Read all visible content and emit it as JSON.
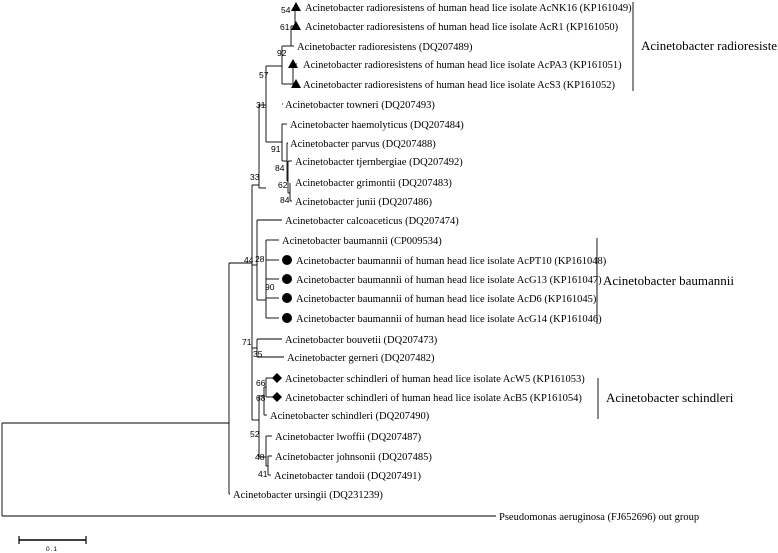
{
  "leaves": [
    {
      "id": "acnk16",
      "label": "Acinetobacter radioresistens of human head lice isolate AcNK16 (KP161049)",
      "marker": "triangle"
    },
    {
      "id": "acr1",
      "label": "Acinetobacter radioresistens of human head lice isolate AcR1 (KP161050)",
      "marker": "triangle"
    },
    {
      "id": "radiodq",
      "label": "Acinetobacter radioresistens (DQ207489)",
      "marker": ""
    },
    {
      "id": "acpa3",
      "label": "Acinetobacter radioresistens of human head lice isolate AcPA3 (KP161051)",
      "marker": "triangle"
    },
    {
      "id": "acs3",
      "label": "Acinetobacter radioresistens of human head lice isolate AcS3 (KP161052)",
      "marker": "triangle"
    },
    {
      "id": "towneri",
      "label": "Acinetobacter towneri (DQ207493)",
      "marker": ""
    },
    {
      "id": "haemolyticus",
      "label": "Acinetobacter haemolyticus (DQ207484)",
      "marker": ""
    },
    {
      "id": "parvus",
      "label": "Acinetobacter parvus (DQ207488)",
      "marker": ""
    },
    {
      "id": "tjernbergiae",
      "label": "Acinetobacter tjernbergiae (DQ207492)",
      "marker": ""
    },
    {
      "id": "grimontii",
      "label": "Acinetobacter grimontii (DQ207483)",
      "marker": ""
    },
    {
      "id": "junii",
      "label": "Acinetobacter junii (DQ207486)",
      "marker": ""
    },
    {
      "id": "calco",
      "label": "Acinetobacter calcoaceticus (DQ207474)",
      "marker": ""
    },
    {
      "id": "baumcp",
      "label": "Acinetobacter baumannii (CP009534)",
      "marker": ""
    },
    {
      "id": "acpt10",
      "label": "Acinetobacter baumannii of human head lice isolate AcPT10 (KP161048)",
      "marker": "circle"
    },
    {
      "id": "acg13",
      "label": "Acinetobacter baumannii  of human head lice isolate AcG13 (KP161047)",
      "marker": "circle"
    },
    {
      "id": "acd6",
      "label": "Acinetobacter baumannii of human head lice isolate AcD6 (KP161045)",
      "marker": "circle"
    },
    {
      "id": "acg14",
      "label": "Acinetobacter baumannii of human head lice isolate AcG14 (KP161046)",
      "marker": "circle"
    },
    {
      "id": "bouvetii",
      "label": "Acinetobacter bouvetii (DQ207473)",
      "marker": ""
    },
    {
      "id": "gerneri",
      "label": "Acinetobacter gerneri (DQ207482)",
      "marker": ""
    },
    {
      "id": "acw5",
      "label": "Acinetobacter schindleri of human head lice isolate AcW5 (KP161053)",
      "marker": "diamond"
    },
    {
      "id": "acb5",
      "label": "Acinetobacter schindleri of human head lice isolate AcB5 (KP161054)",
      "marker": "diamond"
    },
    {
      "id": "schindq",
      "label": "Acinetobacter schindleri (DQ207490)",
      "marker": ""
    },
    {
      "id": "lwoffii",
      "label": "Acinetobacter lwoffii (DQ207487)",
      "marker": ""
    },
    {
      "id": "johnsonii",
      "label": "Acinetobacter johnsonii (DQ207485)",
      "marker": ""
    },
    {
      "id": "tandoii",
      "label": "Acinetobacter tandoii (DQ207491)",
      "marker": ""
    },
    {
      "id": "ursingii",
      "label": "Acinetobacter ursingii (DQ231239)",
      "marker": ""
    },
    {
      "id": "pseudo",
      "label": "Pseudomonas aeruginosa (FJ652696) out group",
      "marker": ""
    }
  ],
  "bootstrap": [
    "54",
    "61",
    "92",
    "57",
    "31",
    "91",
    "84",
    "62",
    "84",
    "33",
    "28",
    "90",
    "44",
    "35",
    "66",
    "68",
    "52",
    "48",
    "41",
    "71"
  ],
  "clades": [
    {
      "id": "radioresistens",
      "label": "Acinetobacter radioresistens"
    },
    {
      "id": "baumannii",
      "label": "Acinetobacter baumannii"
    },
    {
      "id": "schindleri",
      "label": "Acinetobacter schindleri"
    }
  ],
  "scale_bar": {
    "label": "0.1"
  },
  "marker_colors": {
    "fill": "#000000"
  }
}
